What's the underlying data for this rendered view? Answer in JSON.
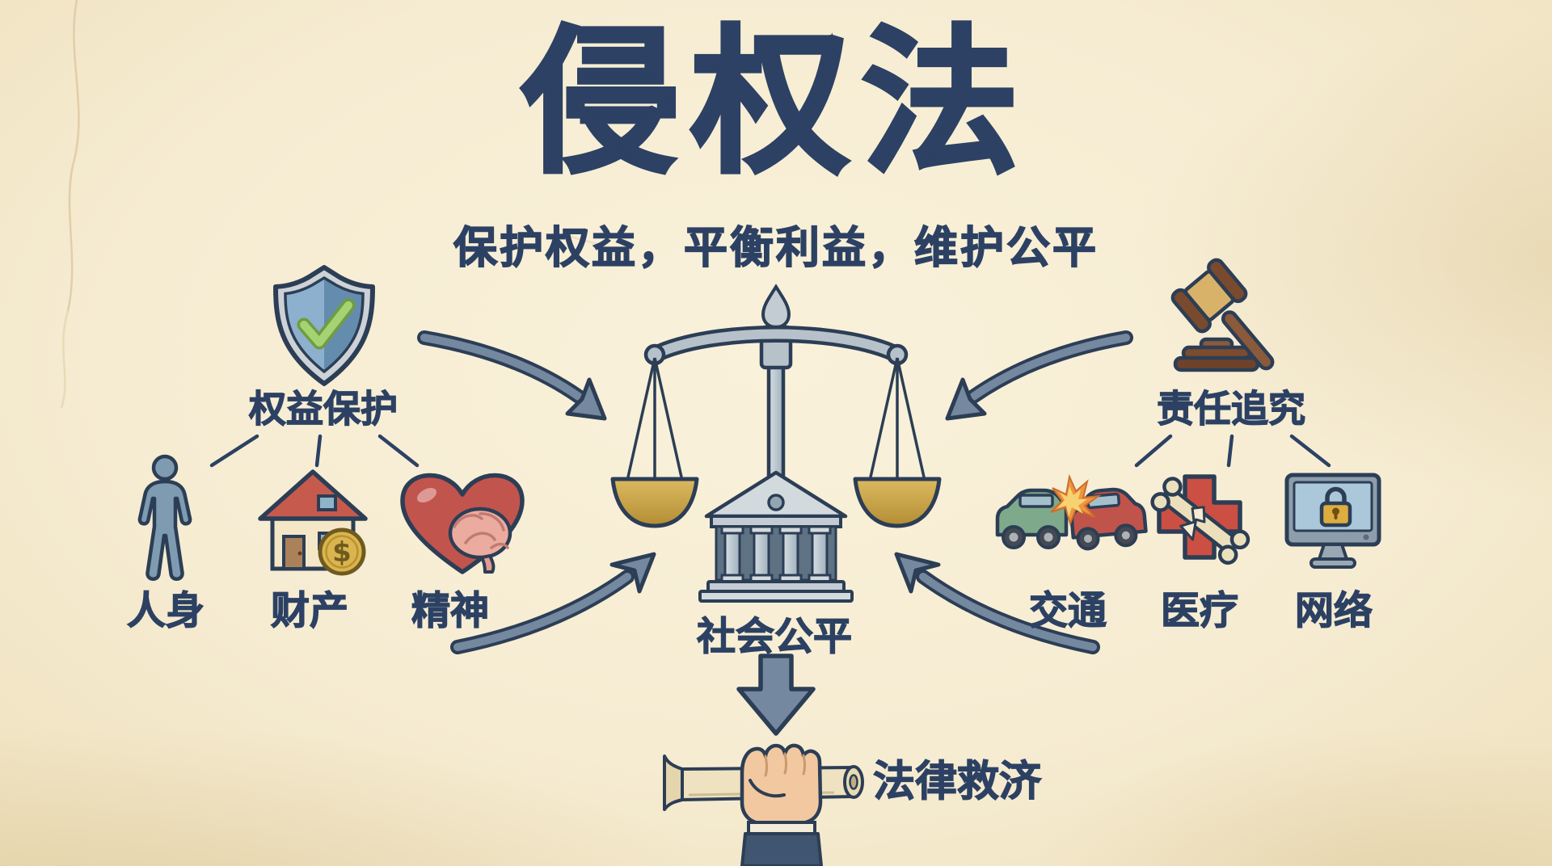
{
  "title": {
    "text": "侵权法"
  },
  "subtitle": {
    "text": "保护权益，平衡利益，维护公平"
  },
  "left_branch": {
    "icon": "shield-check-icon",
    "label": "权益保护",
    "items": [
      {
        "icon": "person-icon",
        "label": "人身"
      },
      {
        "icon": "house-coin-icon",
        "label": "财产"
      },
      {
        "icon": "heart-brain-icon",
        "label": "精神"
      }
    ]
  },
  "center": {
    "icon": "scales-courthouse-icon",
    "label": "社会公平"
  },
  "right_branch": {
    "icon": "gavel-icon",
    "label": "责任追究",
    "items": [
      {
        "icon": "car-crash-icon",
        "label": "交通"
      },
      {
        "icon": "medical-cross-bone-icon",
        "label": "医疗"
      },
      {
        "icon": "computer-lock-icon",
        "label": "网络"
      }
    ]
  },
  "bottom": {
    "icon": "hand-scroll-icon",
    "label": "法律救济"
  },
  "colors": {
    "background": "#f6ecd2",
    "ink_navy": "#2c4163",
    "outline_navy": "#2c3e55",
    "arrow_steel": "#74889f",
    "scale_silver": "#b6c1ca",
    "pan_gold": "#c9a24a",
    "shield_blue_light": "#8cb0cd",
    "shield_blue_dark": "#648cad",
    "check_green": "#a5d272",
    "heart_red": "#c2544e",
    "brain_pink": "#ecab9f",
    "cross_red": "#cb4f43",
    "bone_cream": "#ece0bc",
    "car_green": "#7fa98b",
    "car_red": "#c0544a",
    "spark_orange": "#ef9440",
    "wood_brown": "#8a5a3a",
    "wood_band_tan": "#d9b26a",
    "coin_gold": "#dab54f",
    "monitor_grey": "#8d9dab",
    "screen_blue": "#abc7da",
    "lock_gold": "#ddad3f",
    "skin": "#f2c8a0",
    "sleeve_navy": "#3f5570",
    "scroll_cream": "#eee2c0"
  }
}
